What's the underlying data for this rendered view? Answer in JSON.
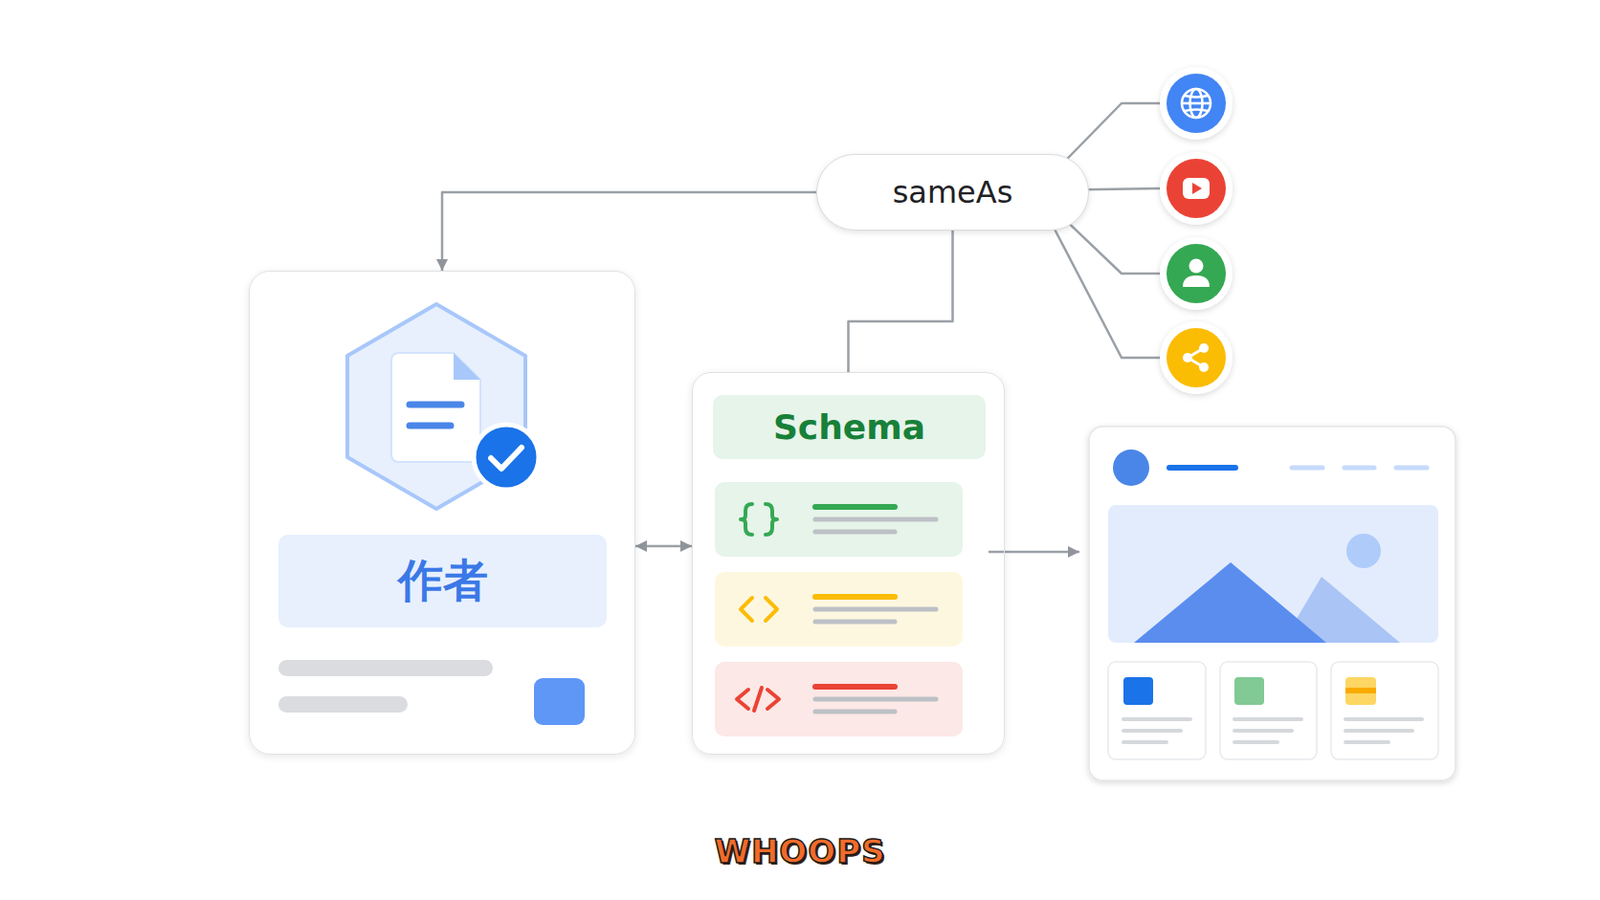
{
  "diagram": {
    "nodes": [
      {
        "text": [
          "sameAs"
        ]
      },
      {
        "text": [
          "作者"
        ]
      },
      {
        "text": [
          "Schema"
        ]
      }
    ],
    "edges": [
      {
        "from": 0,
        "to": 1,
        "arrow": "to"
      },
      {
        "from": 1,
        "to": 2,
        "arrow": "both"
      },
      {
        "from": 0,
        "to": 2,
        "arrow": "none"
      }
    ],
    "labels": [
      "WHOOPS"
    ]
  }
}
